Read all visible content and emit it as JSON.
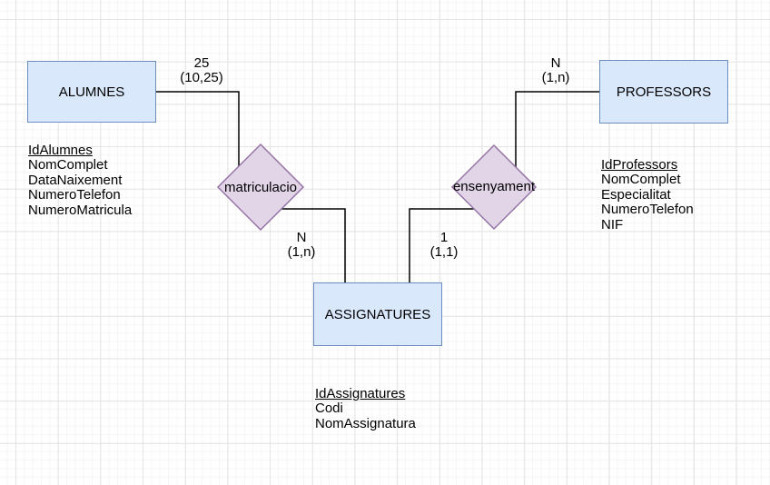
{
  "diagram": {
    "type": "entity-relationship",
    "entities": [
      {
        "label": "ALUMNES"
      },
      {
        "label": "PROFESSORS"
      },
      {
        "label": "ASSIGNATURES"
      }
    ],
    "relationships": [
      {
        "label": "matriculacio"
      },
      {
        "label": "ensenyament"
      }
    ],
    "cardinality_labels": [
      {
        "edge": "alumnes-matriculacio",
        "value": "25",
        "range": "(10,25)"
      },
      {
        "edge": "professors-ensenyament",
        "value": "N",
        "range": "(1,n)"
      },
      {
        "edge": "matriculacio-assignatures",
        "value": "N",
        "range": "(1,n)"
      },
      {
        "edge": "ensenyament-assignatures",
        "value": "1",
        "range": "(1,1)"
      }
    ],
    "attribute_lists": [
      {
        "entity": "ALUMNES",
        "primary_key": "IdAlumnes",
        "attributes": [
          "NomComplet",
          "DataNaixement",
          "NumeroTelefon",
          "NumeroMatricula"
        ]
      },
      {
        "entity": "PROFESSORS",
        "primary_key": "IdProfessors",
        "attributes": [
          "NomComplet",
          "Especialitat",
          "NumeroTelefon",
          "NIF"
        ]
      },
      {
        "entity": "ASSIGNATURES",
        "primary_key": "IdAssignatures",
        "attributes": [
          "Codi",
          "NomAssignatura"
        ]
      }
    ],
    "colors": {
      "entity_fill": "#dae8fc",
      "entity_border": "#6c8ebf",
      "relationship_fill": "#e1d5e7",
      "relationship_border": "#9673a6",
      "connector": "#000000",
      "text": "#000000",
      "grid_minor": "#f5f5f5",
      "grid_major": "#e4e4e4"
    }
  }
}
